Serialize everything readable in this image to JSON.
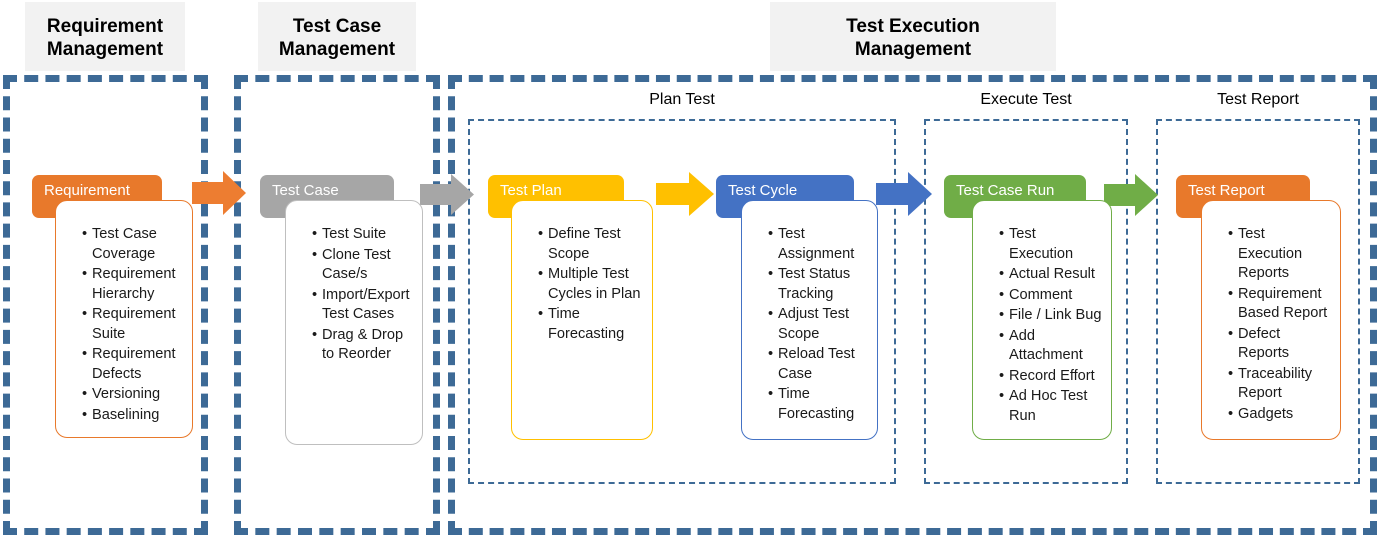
{
  "theme": {
    "dash_blue": "#3d6a96",
    "title_bg": "#f2f2f2",
    "orange": "#E8792B",
    "gray": "#A6A6A6",
    "yellow": "#FFC000",
    "blue": "#4472C4",
    "green": "#70AD47",
    "arrow_orange": "#ED7D31",
    "arrow_gray": "#A6A6A6",
    "arrow_yellow": "#FFC000",
    "arrow_blue": "#4472C4",
    "arrow_green": "#70AD47"
  },
  "groups": [
    {
      "id": "requirement-management",
      "title_line1": "Requirement",
      "title_line2": "Management"
    },
    {
      "id": "test-case-management",
      "title_line1": "Test Case",
      "title_line2": "Management"
    },
    {
      "id": "test-execution-management",
      "title_line1": "Test Execution",
      "title_line2": "Management"
    }
  ],
  "subgroups": [
    {
      "id": "plan-test",
      "label": "Plan Test"
    },
    {
      "id": "execute-test",
      "label": "Execute Test"
    },
    {
      "id": "test-report",
      "label": "Test Report"
    }
  ],
  "phases": [
    {
      "id": "requirement",
      "header": "Requirement",
      "color": "#E8792B",
      "border": "#E8792B",
      "items": [
        "Test Case Coverage",
        "Requirement Hierarchy",
        "Requirement Suite",
        "Requirement Defects",
        "Versioning",
        "Baselining"
      ]
    },
    {
      "id": "test-case",
      "header": "Test Case",
      "color": "#A6A6A6",
      "border": "#BFBFBF",
      "items": [
        "Test Suite",
        "Clone Test Case/s",
        "Import/Export Test Cases",
        "Drag & Drop to Reorder"
      ]
    },
    {
      "id": "test-plan",
      "header": "Test Plan",
      "color": "#FFC000",
      "border": "#FFC000",
      "items": [
        "Define Test Scope",
        "Multiple Test Cycles in Plan",
        "Time Forecasting"
      ]
    },
    {
      "id": "test-cycle",
      "header": "Test Cycle",
      "color": "#4472C4",
      "border": "#4472C4",
      "items": [
        "Test Assignment",
        "Test Status Tracking",
        "Adjust Test Scope",
        "Reload Test Case",
        "Time Forecasting"
      ]
    },
    {
      "id": "test-case-run",
      "header": "Test Case Run",
      "color": "#70AD47",
      "border": "#70AD47",
      "items": [
        "Test Execution",
        "Actual Result",
        "Comment",
        "File / Link Bug",
        "Add Attachment",
        "Record Effort",
        "Ad Hoc Test Run"
      ]
    },
    {
      "id": "test-report",
      "header": "Test Report",
      "color": "#E8792B",
      "border": "#E8792B",
      "items": [
        "Test Execution Reports",
        "Requirement Based Report",
        "Defect Reports",
        "Traceability Report",
        "Gadgets"
      ]
    }
  ],
  "arrows": [
    {
      "id": "arrow-requirement-to-test-case",
      "color": "#ED7D31"
    },
    {
      "id": "arrow-test-case-to-test-plan",
      "color": "#A6A6A6"
    },
    {
      "id": "arrow-test-plan-to-test-cycle",
      "color": "#FFC000"
    },
    {
      "id": "arrow-test-cycle-to-test-case-run",
      "color": "#4472C4"
    },
    {
      "id": "arrow-test-case-run-to-test-report",
      "color": "#70AD47"
    }
  ]
}
